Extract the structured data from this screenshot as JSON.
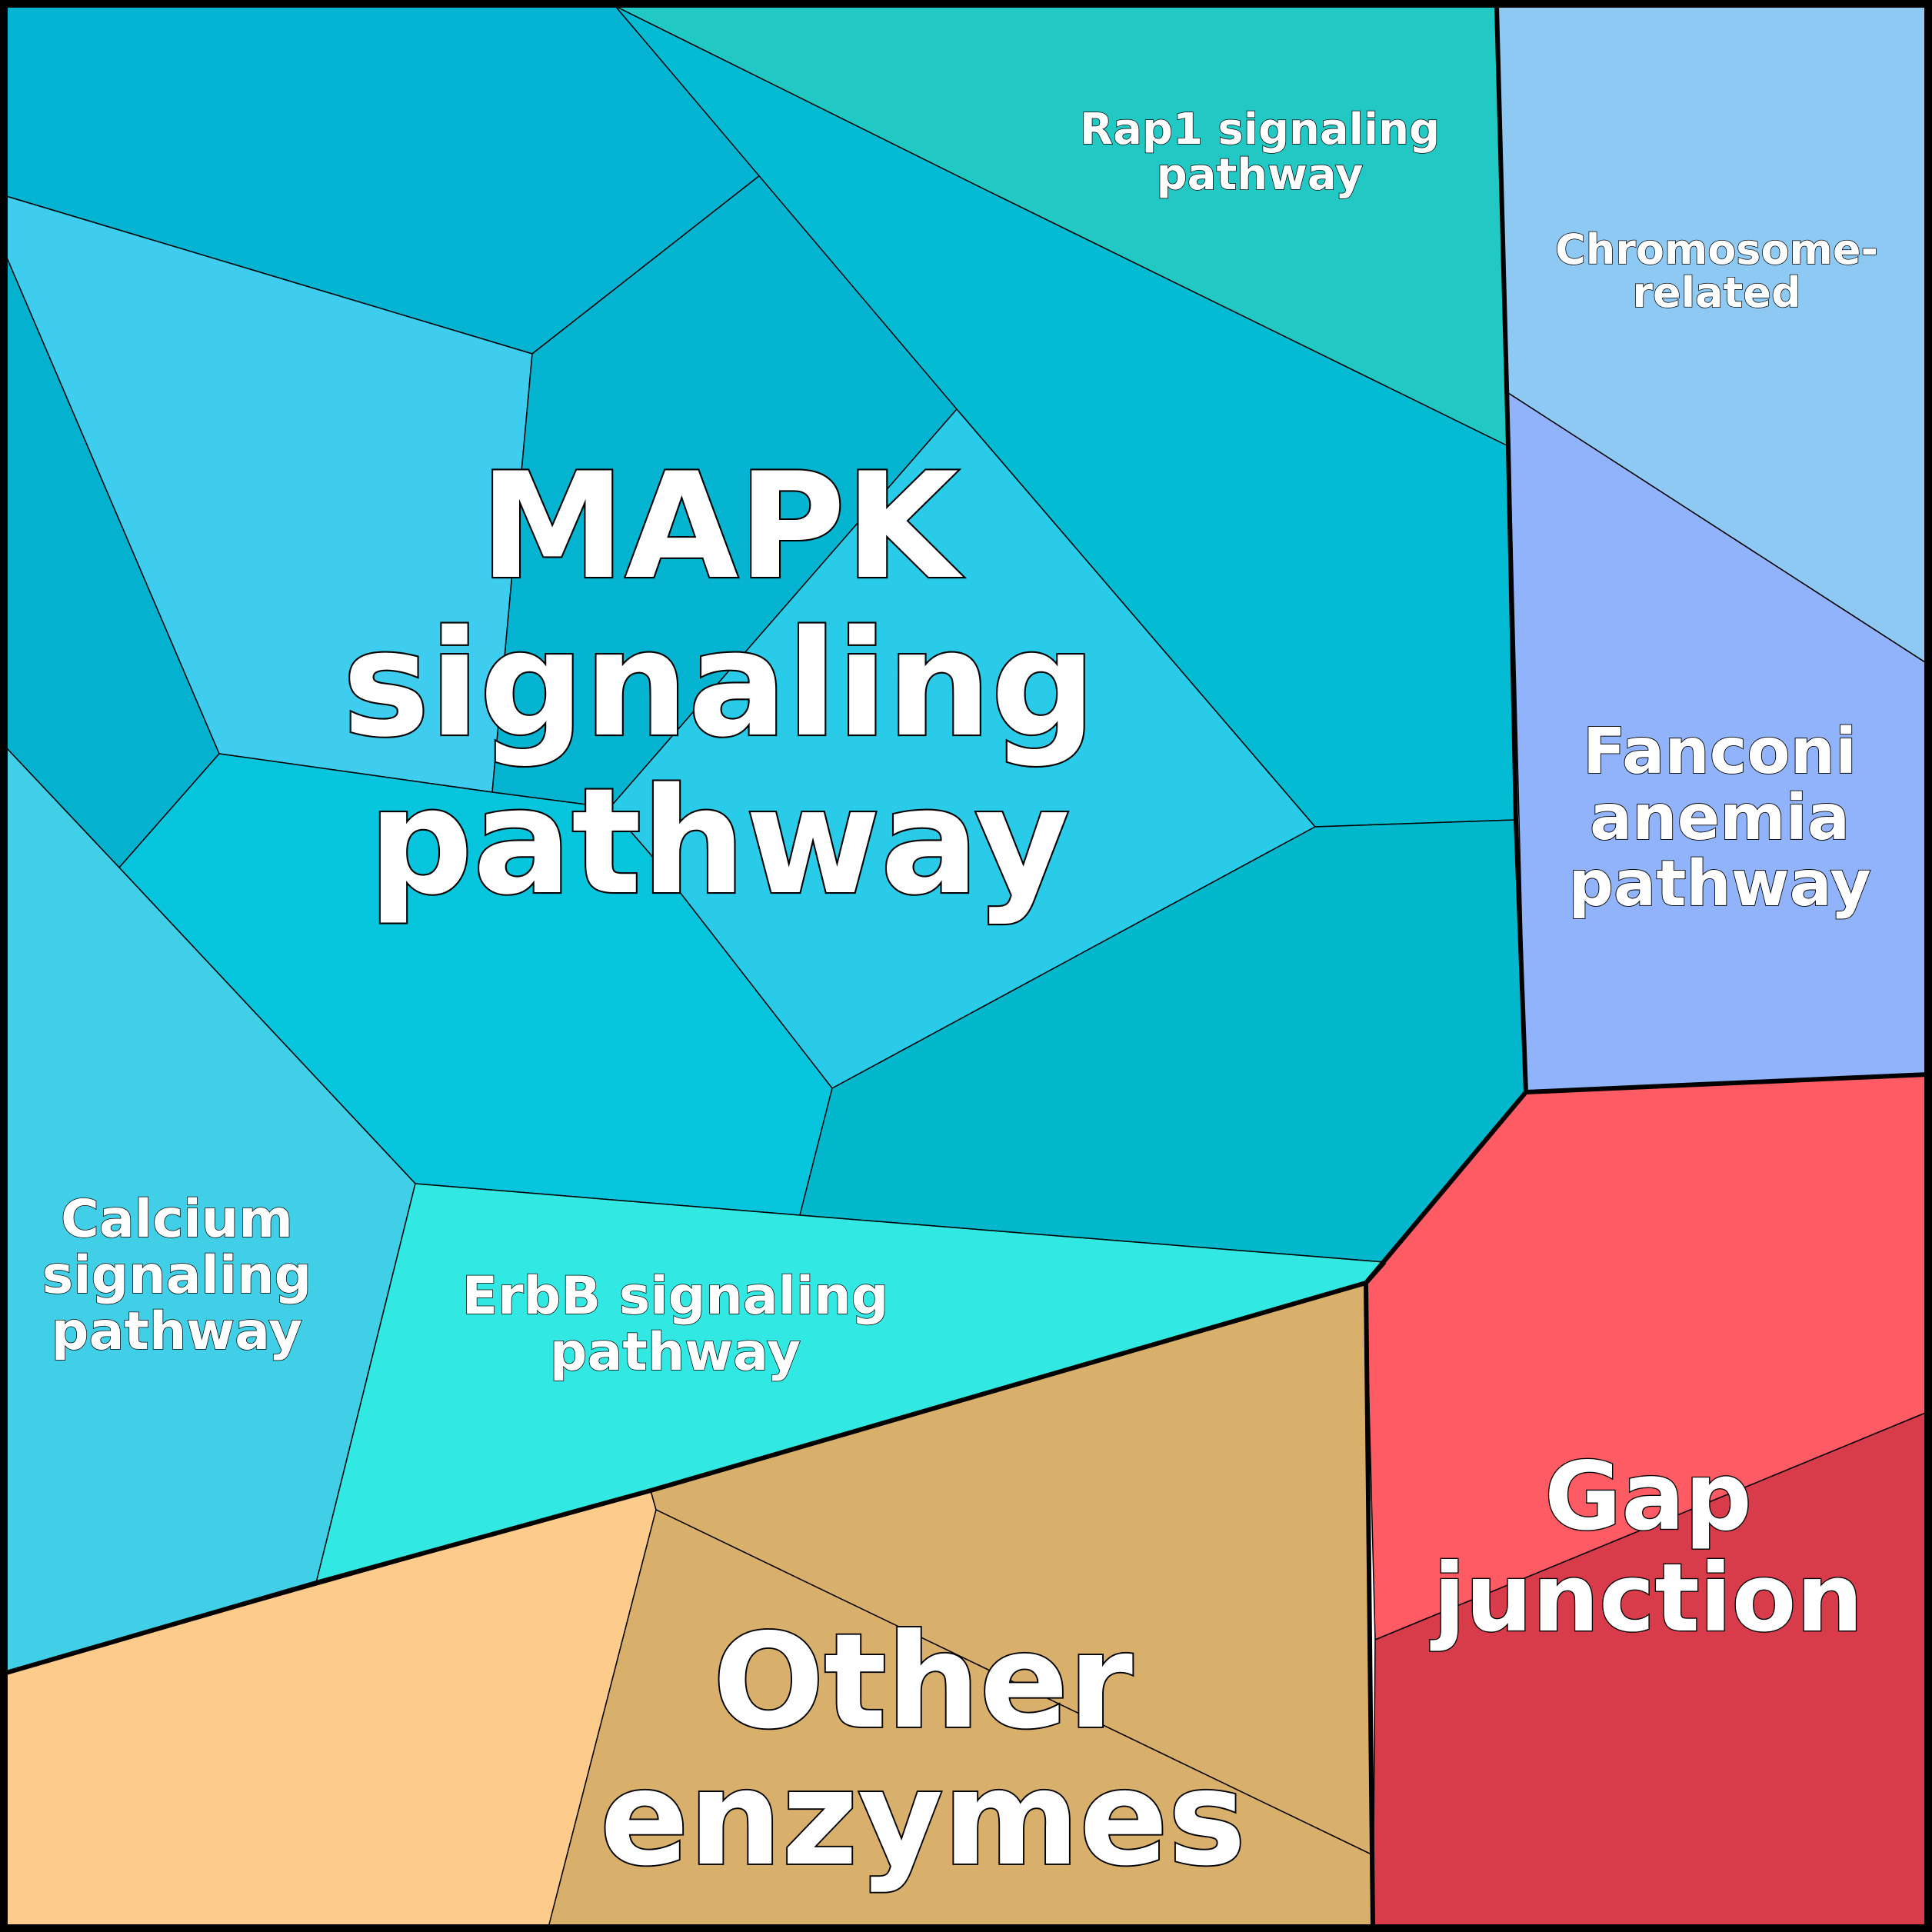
{
  "diagram": {
    "type": "voronoi-treemap",
    "border_color": "#000000",
    "label_color": "#ffffff",
    "groups": [
      {
        "id": "mapk",
        "label_lines": [
          "MAPK",
          "signaling",
          "pathway"
        ],
        "cells": [
          {
            "name": "cell-top-left",
            "color": "#04b4d2"
          },
          {
            "name": "cell-upper-left",
            "color": "#3ecdee"
          },
          {
            "name": "cell-far-left",
            "color": "#04b2d0"
          },
          {
            "name": "cell-upper-center",
            "color": "#04b4d0"
          },
          {
            "name": "cell-center",
            "color": "#2acbe8"
          },
          {
            "name": "cell-lower-center",
            "color": "#08c5de"
          },
          {
            "name": "cell-right",
            "color": "#03bcd4"
          },
          {
            "name": "cell-lower-right",
            "color": "#03b8cd"
          }
        ]
      },
      {
        "id": "rap1",
        "label_lines": [
          "Rap1 signaling",
          "pathway"
        ],
        "cells": [
          {
            "name": "cell",
            "color": "#22c8c4"
          }
        ]
      },
      {
        "id": "calcium",
        "label_lines": [
          "Calcium",
          "signaling",
          "pathway"
        ],
        "cells": [
          {
            "name": "cell",
            "color": "#40cfe6"
          }
        ]
      },
      {
        "id": "erbb",
        "label_lines": [
          "ErbB signaling",
          "pathway"
        ],
        "cells": [
          {
            "name": "cell",
            "color": "#32e8e2"
          }
        ]
      },
      {
        "id": "chromosome",
        "label_lines": [
          "Chromosome-",
          "related"
        ],
        "cells": [
          {
            "name": "cell",
            "color": "#8ec9f3"
          }
        ]
      },
      {
        "id": "fanconi",
        "label_lines": [
          "Fanconi",
          "anemia",
          "pathway"
        ],
        "cells": [
          {
            "name": "cell",
            "color": "#90b3fb"
          }
        ]
      },
      {
        "id": "gap",
        "label_lines": [
          "Gap",
          "junction"
        ],
        "cells": [
          {
            "name": "cell-upper",
            "color": "#fe5b64"
          },
          {
            "name": "cell-lower",
            "color": "#d83b4a"
          }
        ]
      },
      {
        "id": "other",
        "label_lines": [
          "Other",
          "enzymes"
        ],
        "cells": [
          {
            "name": "cell-left",
            "color": "#fdcb8b"
          },
          {
            "name": "cell-center",
            "color": "#d8b06c"
          },
          {
            "name": "cell-right",
            "color": "#d8b06c"
          }
        ]
      }
    ]
  }
}
